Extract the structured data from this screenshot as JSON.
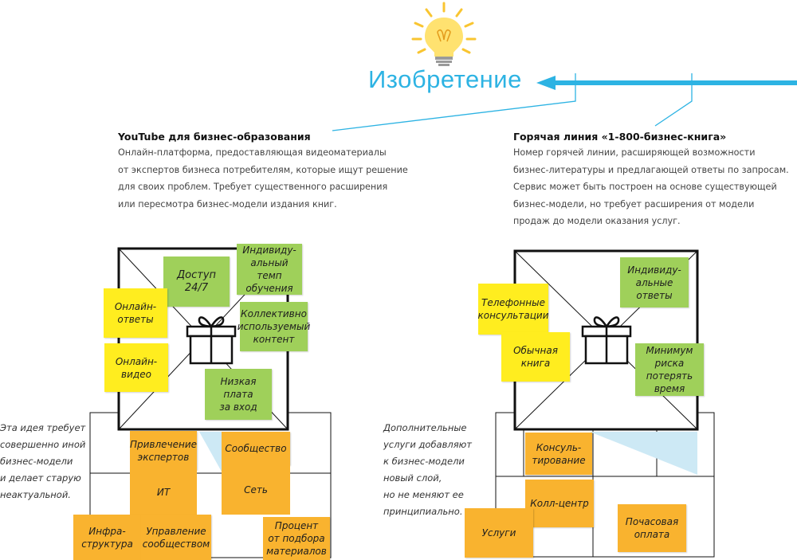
{
  "colors": {
    "accent": "#2db3e3",
    "green": "#9fd05a",
    "yellow": "#ffed1f",
    "orange": "#f9b32f",
    "line": "#111111"
  },
  "title": "Изобретение",
  "left": {
    "heading": "YouTube для бизнес-образования",
    "desc": [
      "Онлайн-платформа, предоставляющая видеоматериалы",
      "от экспертов бизнеса потребителям, которые ищут решение",
      "для своих проблем. Требует существенного расширения",
      "или пересмотра бизнес-модели издания книг."
    ],
    "note": [
      "Эта идея требует",
      "совершенно иной",
      "бизнес-модели",
      "и делает старую",
      "неактуальной."
    ],
    "stickies": {
      "access": "Доступ\n24/7",
      "individual_pace": "Индивиду-\nальный\nтемп\nобучения",
      "online_answers": "Онлайн-\nответы",
      "collective_content": "Коллективно\nиспользуемый\nконтент",
      "online_video": "Онлайн-\nвидео",
      "low_fee": "Низкая\nплата\nза вход",
      "experts": "Привлечение\nэкспертов",
      "community": "Сообщество",
      "it": "ИТ",
      "network": "Сеть",
      "infrastructure": "Инфра-\nструктура",
      "community_mgmt": "Управление\nсообществом",
      "selection_pct": "Процент\nот подбора\nматериалов"
    }
  },
  "right": {
    "heading": "Горячая линия «1-800-бизнес-книга»",
    "desc": [
      "Номер горячей линии, расширяющей возможности",
      "бизнес-литературы и предлагающей ответы по запросам.",
      "Сервис может быть построен на основе существующей",
      "бизнес-модели, но требует расширения от модели",
      "продаж до модели оказания услуг."
    ],
    "note": [
      "Дополнительные",
      "услуги добавляют",
      "к бизнес-модели",
      "новый слой,",
      "но не меняют ее",
      "принципиально."
    ],
    "stickies": {
      "phone": "Телефонные\nконсультации",
      "individual_answers": "Индивиду-\nальные\nответы",
      "regular_book": "Обычная\nкнига",
      "min_risk": "Минимум\nриска\nпотерять\nвремя",
      "consulting": "Консуль-\nтирование",
      "call_center": "Колл-центр",
      "hourly": "Почасовая\nоплата",
      "services": "Услуги"
    }
  },
  "icons": [
    "lightbulb-icon",
    "arrow-left-icon",
    "gift-icon"
  ]
}
